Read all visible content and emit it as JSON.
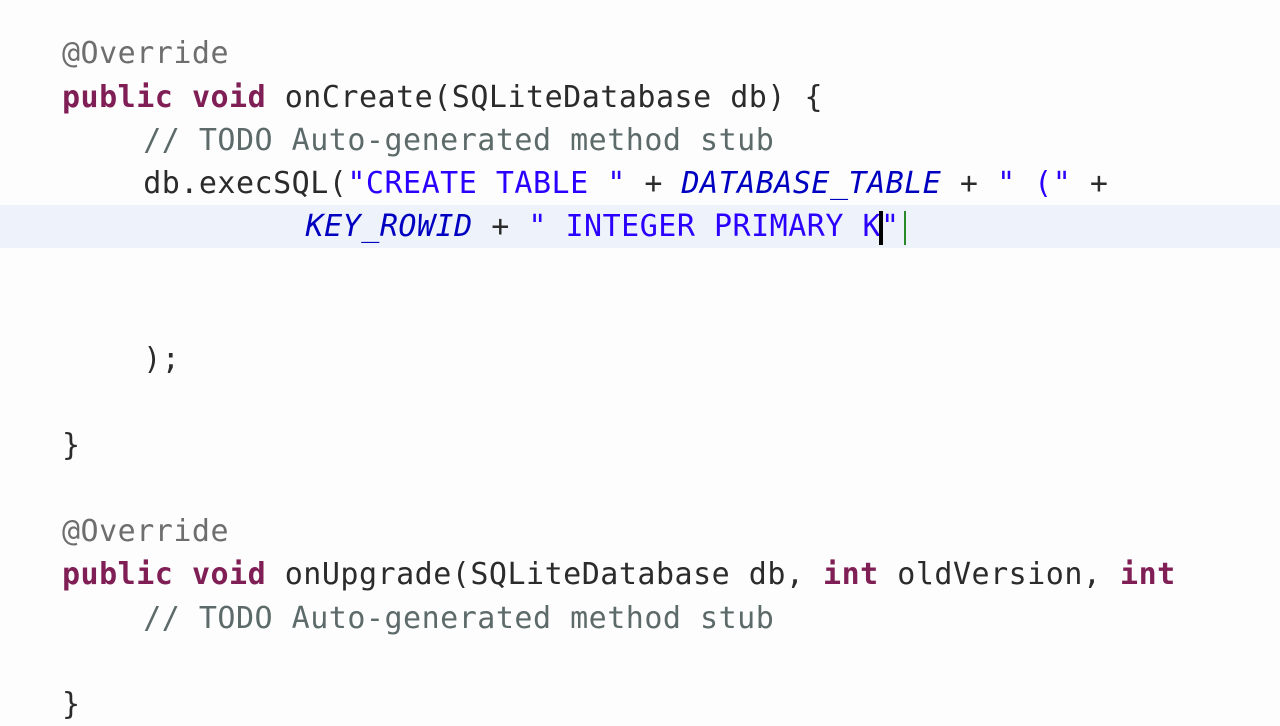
{
  "editor": {
    "language": "java",
    "lines": [
      {
        "indent": "    ",
        "tokens": [
          {
            "t": "ann",
            "v": "@Override"
          }
        ]
      },
      {
        "indent": "    ",
        "tokens": [
          {
            "t": "kw",
            "v": "public"
          },
          {
            "t": "plain",
            "v": " "
          },
          {
            "t": "kw",
            "v": "void"
          },
          {
            "t": "plain",
            "v": " onCreate(SQLiteDatabase db) {"
          }
        ]
      },
      {
        "indent": "        ",
        "tokens": [
          {
            "t": "comment",
            "v": "// TODO Auto-generated method stub"
          }
        ]
      },
      {
        "indent": "        ",
        "tokens": [
          {
            "t": "plain",
            "v": "db.execSQL("
          },
          {
            "t": "str",
            "v": "\"CREATE TABLE \""
          },
          {
            "t": "plain",
            "v": " + "
          },
          {
            "t": "field",
            "v": "DATABASE_TABLE"
          },
          {
            "t": "plain",
            "v": " + "
          },
          {
            "t": "str",
            "v": "\" (\""
          },
          {
            "t": "plain",
            "v": " +"
          }
        ]
      },
      {
        "indent": "                ",
        "tokens": [
          {
            "t": "field",
            "v": "KEY_ROWID"
          },
          {
            "t": "plain",
            "v": " + "
          },
          {
            "t": "str",
            "v": "\" INTEGER PRIMARY K"
          }
        ],
        "cursor_after": "\"",
        "current": true
      },
      {
        "indent": "",
        "tokens": []
      },
      {
        "indent": "",
        "tokens": []
      },
      {
        "indent": "        ",
        "tokens": [
          {
            "t": "plain",
            "v": ");"
          }
        ]
      },
      {
        "indent": "",
        "tokens": []
      },
      {
        "indent": "    ",
        "tokens": [
          {
            "t": "plain",
            "v": "}"
          }
        ]
      },
      {
        "indent": "",
        "tokens": []
      },
      {
        "indent": "    ",
        "tokens": [
          {
            "t": "ann",
            "v": "@Override"
          }
        ]
      },
      {
        "indent": "    ",
        "tokens": [
          {
            "t": "kw",
            "v": "public"
          },
          {
            "t": "plain",
            "v": " "
          },
          {
            "t": "kw",
            "v": "void"
          },
          {
            "t": "plain",
            "v": " onUpgrade(SQLiteDatabase db, "
          },
          {
            "t": "kw",
            "v": "int"
          },
          {
            "t": "plain",
            "v": " oldVersion, "
          },
          {
            "t": "kw",
            "v": "int"
          }
        ]
      },
      {
        "indent": "        ",
        "tokens": [
          {
            "t": "comment",
            "v": "// TODO Auto-generated method stub"
          }
        ]
      },
      {
        "indent": "",
        "tokens": []
      },
      {
        "indent": "    ",
        "tokens": [
          {
            "t": "plain",
            "v": "}"
          }
        ]
      }
    ]
  },
  "colors": {
    "background": "#fdfdfd",
    "current_line": "#eef2fa",
    "keyword": "#7f1f55",
    "string": "#2a00ff",
    "field": "#0000c0",
    "comment": "#5d6a6a",
    "annotation": "#6e6e6e"
  }
}
